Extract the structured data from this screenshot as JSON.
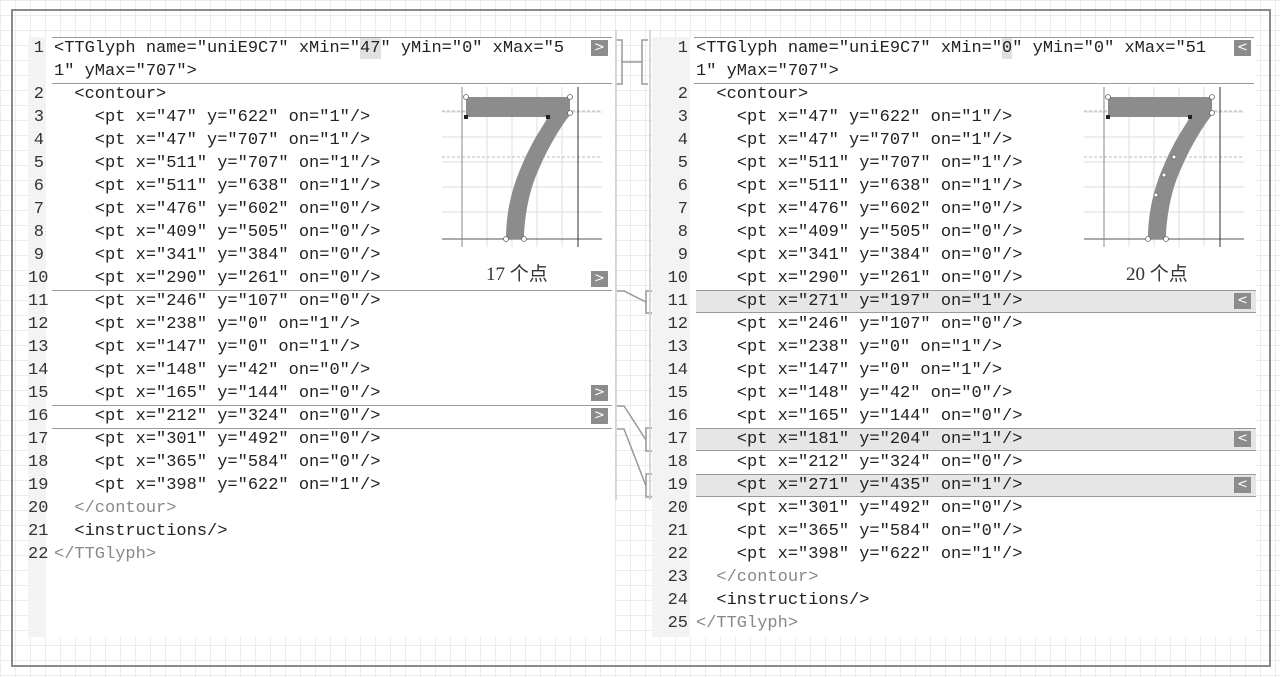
{
  "left": {
    "lines": [
      {
        "n": "1",
        "text": "<TTGlyph name=\"uniE9C7\" xMin=\"47\" yMin=\"0\" xMax=\"5",
        "hl": "47"
      },
      {
        "n": "",
        "text": "1\" yMax=\"707\">"
      },
      {
        "n": "2",
        "text": "  <contour>"
      },
      {
        "n": "3",
        "text": "    <pt x=\"47\" y=\"622\" on=\"1\"/>"
      },
      {
        "n": "4",
        "text": "    <pt x=\"47\" y=\"707\" on=\"1\"/>"
      },
      {
        "n": "5",
        "text": "    <pt x=\"511\" y=\"707\" on=\"1\"/>"
      },
      {
        "n": "6",
        "text": "    <pt x=\"511\" y=\"638\" on=\"1\"/>"
      },
      {
        "n": "7",
        "text": "    <pt x=\"476\" y=\"602\" on=\"0\"/>"
      },
      {
        "n": "8",
        "text": "    <pt x=\"409\" y=\"505\" on=\"0\"/>"
      },
      {
        "n": "9",
        "text": "    <pt x=\"341\" y=\"384\" on=\"0\"/>"
      },
      {
        "n": "10",
        "text": "    <pt x=\"290\" y=\"261\" on=\"0\"/>"
      },
      {
        "n": "11",
        "text": "    <pt x=\"246\" y=\"107\" on=\"0\"/>"
      },
      {
        "n": "12",
        "text": "    <pt x=\"238\" y=\"0\" on=\"1\"/>"
      },
      {
        "n": "13",
        "text": "    <pt x=\"147\" y=\"0\" on=\"1\"/>"
      },
      {
        "n": "14",
        "text": "    <pt x=\"148\" y=\"42\" on=\"0\"/>"
      },
      {
        "n": "15",
        "text": "    <pt x=\"165\" y=\"144\" on=\"0\"/>"
      },
      {
        "n": "16",
        "text": "    <pt x=\"212\" y=\"324\" on=\"0\"/>"
      },
      {
        "n": "17",
        "text": "    <pt x=\"301\" y=\"492\" on=\"0\"/>"
      },
      {
        "n": "18",
        "text": "    <pt x=\"365\" y=\"584\" on=\"0\"/>"
      },
      {
        "n": "19",
        "text": "    <pt x=\"398\" y=\"622\" on=\"1\"/>"
      },
      {
        "n": "20",
        "text": "  </contour>",
        "gray": true
      },
      {
        "n": "21",
        "text": "  <instructions/>"
      },
      {
        "n": "22",
        "text": "</TTGlyph>",
        "gray": true
      }
    ],
    "points_label": "17 个点"
  },
  "right": {
    "lines": [
      {
        "n": "1",
        "text": "<TTGlyph name=\"uniE9C7\" xMin=\"0\" yMin=\"0\" xMax=\"51",
        "hl": "0"
      },
      {
        "n": "",
        "text": "1\" yMax=\"707\">"
      },
      {
        "n": "2",
        "text": "  <contour>"
      },
      {
        "n": "3",
        "text": "    <pt x=\"47\" y=\"622\" on=\"1\"/>"
      },
      {
        "n": "4",
        "text": "    <pt x=\"47\" y=\"707\" on=\"1\"/>"
      },
      {
        "n": "5",
        "text": "    <pt x=\"511\" y=\"707\" on=\"1\"/>"
      },
      {
        "n": "6",
        "text": "    <pt x=\"511\" y=\"638\" on=\"1\"/>"
      },
      {
        "n": "7",
        "text": "    <pt x=\"476\" y=\"602\" on=\"0\"/>"
      },
      {
        "n": "8",
        "text": "    <pt x=\"409\" y=\"505\" on=\"0\"/>"
      },
      {
        "n": "9",
        "text": "    <pt x=\"341\" y=\"384\" on=\"0\"/>"
      },
      {
        "n": "10",
        "text": "    <pt x=\"290\" y=\"261\" on=\"0\"/>"
      },
      {
        "n": "11",
        "text": "    <pt x=\"271\" y=\"197\" on=\"1\"/>",
        "changed": true
      },
      {
        "n": "12",
        "text": "    <pt x=\"246\" y=\"107\" on=\"0\"/>"
      },
      {
        "n": "13",
        "text": "    <pt x=\"238\" y=\"0\" on=\"1\"/>"
      },
      {
        "n": "14",
        "text": "    <pt x=\"147\" y=\"0\" on=\"1\"/>"
      },
      {
        "n": "15",
        "text": "    <pt x=\"148\" y=\"42\" on=\"0\"/>"
      },
      {
        "n": "16",
        "text": "    <pt x=\"165\" y=\"144\" on=\"0\"/>"
      },
      {
        "n": "17",
        "text": "    <pt x=\"181\" y=\"204\" on=\"1\"/>",
        "changed": true
      },
      {
        "n": "18",
        "text": "    <pt x=\"212\" y=\"324\" on=\"0\"/>"
      },
      {
        "n": "19",
        "text": "    <pt x=\"271\" y=\"435\" on=\"1\"/>",
        "changed": true
      },
      {
        "n": "20",
        "text": "    <pt x=\"301\" y=\"492\" on=\"0\"/>"
      },
      {
        "n": "21",
        "text": "    <pt x=\"365\" y=\"584\" on=\"0\"/>"
      },
      {
        "n": "22",
        "text": "    <pt x=\"398\" y=\"622\" on=\"1\"/>"
      },
      {
        "n": "23",
        "text": "  </contour>",
        "gray": true
      },
      {
        "n": "24",
        "text": "  <instructions/>"
      },
      {
        "n": "25",
        "text": "</TTGlyph>",
        "gray": true
      }
    ],
    "points_label": "20 个点"
  },
  "markers": {
    "copy_right": ">",
    "copy_left": "<"
  }
}
